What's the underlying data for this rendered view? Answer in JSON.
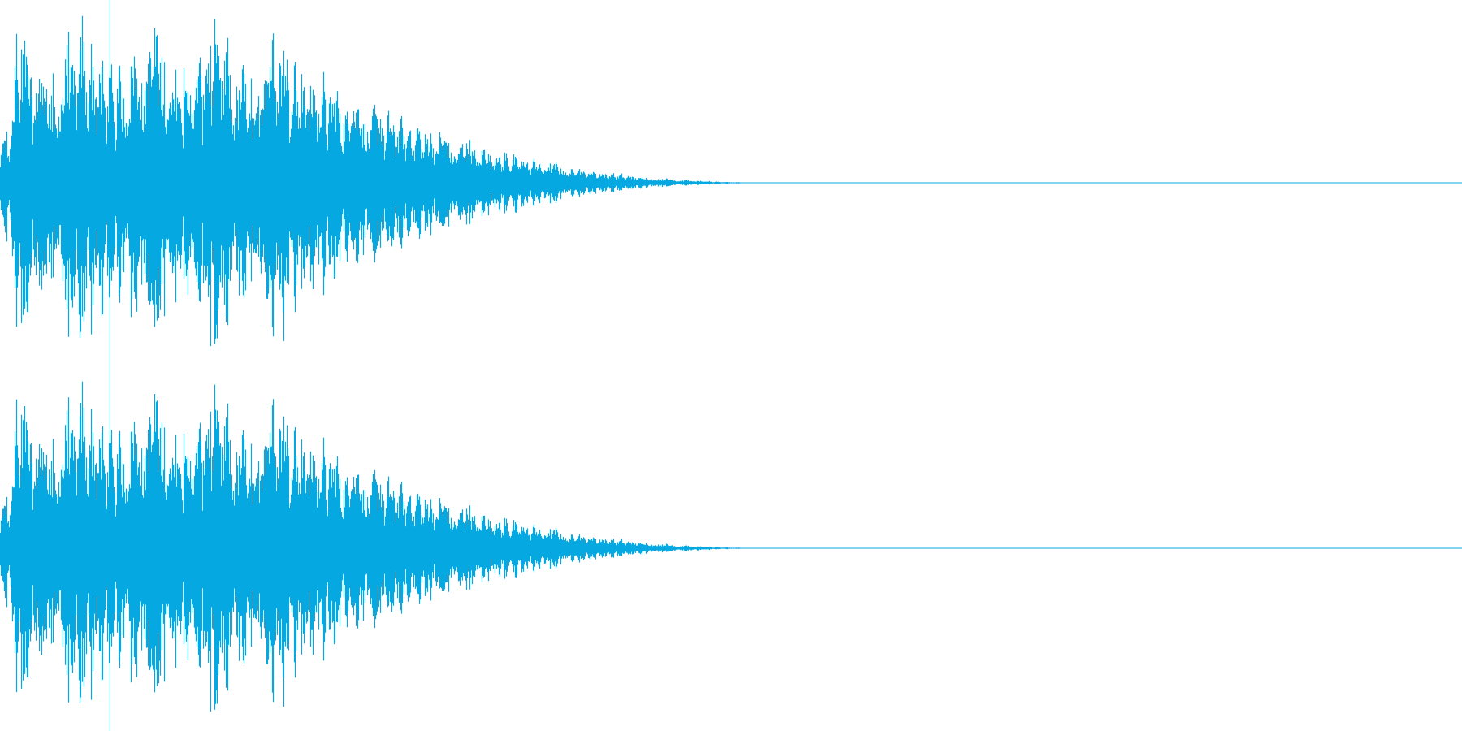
{
  "waveform": {
    "color": "#06a8e2",
    "background": "#ffffff",
    "channels": [
      {
        "name": "channel-top"
      },
      {
        "name": "channel-bottom"
      }
    ],
    "duration_fraction_active": 0.55,
    "playhead_fraction": 0.075
  }
}
